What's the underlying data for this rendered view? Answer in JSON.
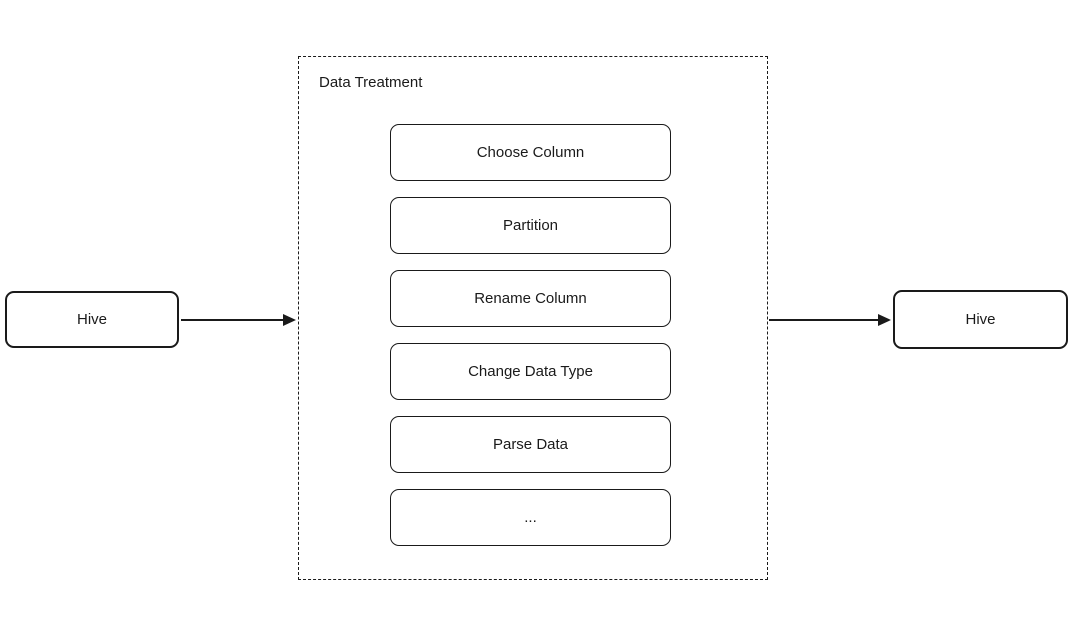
{
  "diagram": {
    "source_node": {
      "label": "Hive"
    },
    "target_node": {
      "label": "Hive"
    },
    "container": {
      "title": "Data Treatment",
      "steps": [
        {
          "label": "Choose Column"
        },
        {
          "label": "Partition"
        },
        {
          "label": "Rename Column"
        },
        {
          "label": "Change Data Type"
        },
        {
          "label": "Parse Data"
        },
        {
          "label": "..."
        }
      ]
    },
    "connectors": [
      {
        "name": "source-to-treatment",
        "direction": "right"
      },
      {
        "name": "treatment-to-target",
        "direction": "right"
      }
    ],
    "colors": {
      "stroke": "#1a1a1a",
      "text": "#1a1a1a",
      "background": "#ffffff"
    }
  }
}
